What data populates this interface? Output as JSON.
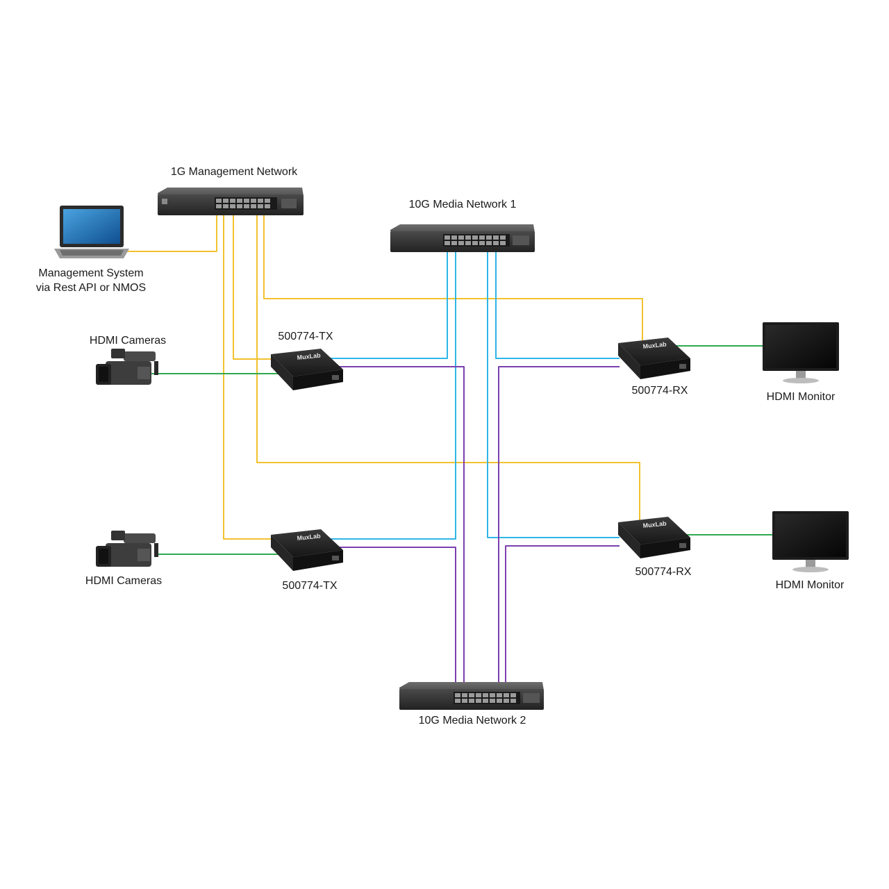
{
  "labels": {
    "mgmt_network": "1G Management Network",
    "media_network_1": "10G Media Network 1",
    "media_network_2": "10G Media Network 2",
    "mgmt_system_line1": "Management System",
    "mgmt_system_line2": "via Rest API or NMOS",
    "cameras_top": "HDMI Cameras",
    "cameras_bottom": "HDMI Cameras",
    "tx_top": "500774-TX",
    "tx_bottom": "500774-TX",
    "rx_top": "500774-RX",
    "rx_bottom": "500774-RX",
    "monitor_top": "HDMI Monitor",
    "monitor_bottom": "HDMI Monitor"
  },
  "device_logo": "MuxLab",
  "colors": {
    "management_link": "#f2c12e",
    "media_network_1_link": "#2eb5e6",
    "media_network_2_link": "#7a3fb0",
    "hdmi_link": "#2ea84f",
    "device_body": "#1f1f1f",
    "switch_body": "#3a3a3a"
  },
  "icons": {
    "switch": "network-switch-icon",
    "laptop": "laptop-icon",
    "camera": "video-camera-icon",
    "encoder": "av-over-ip-box-icon",
    "monitor": "monitor-icon"
  }
}
